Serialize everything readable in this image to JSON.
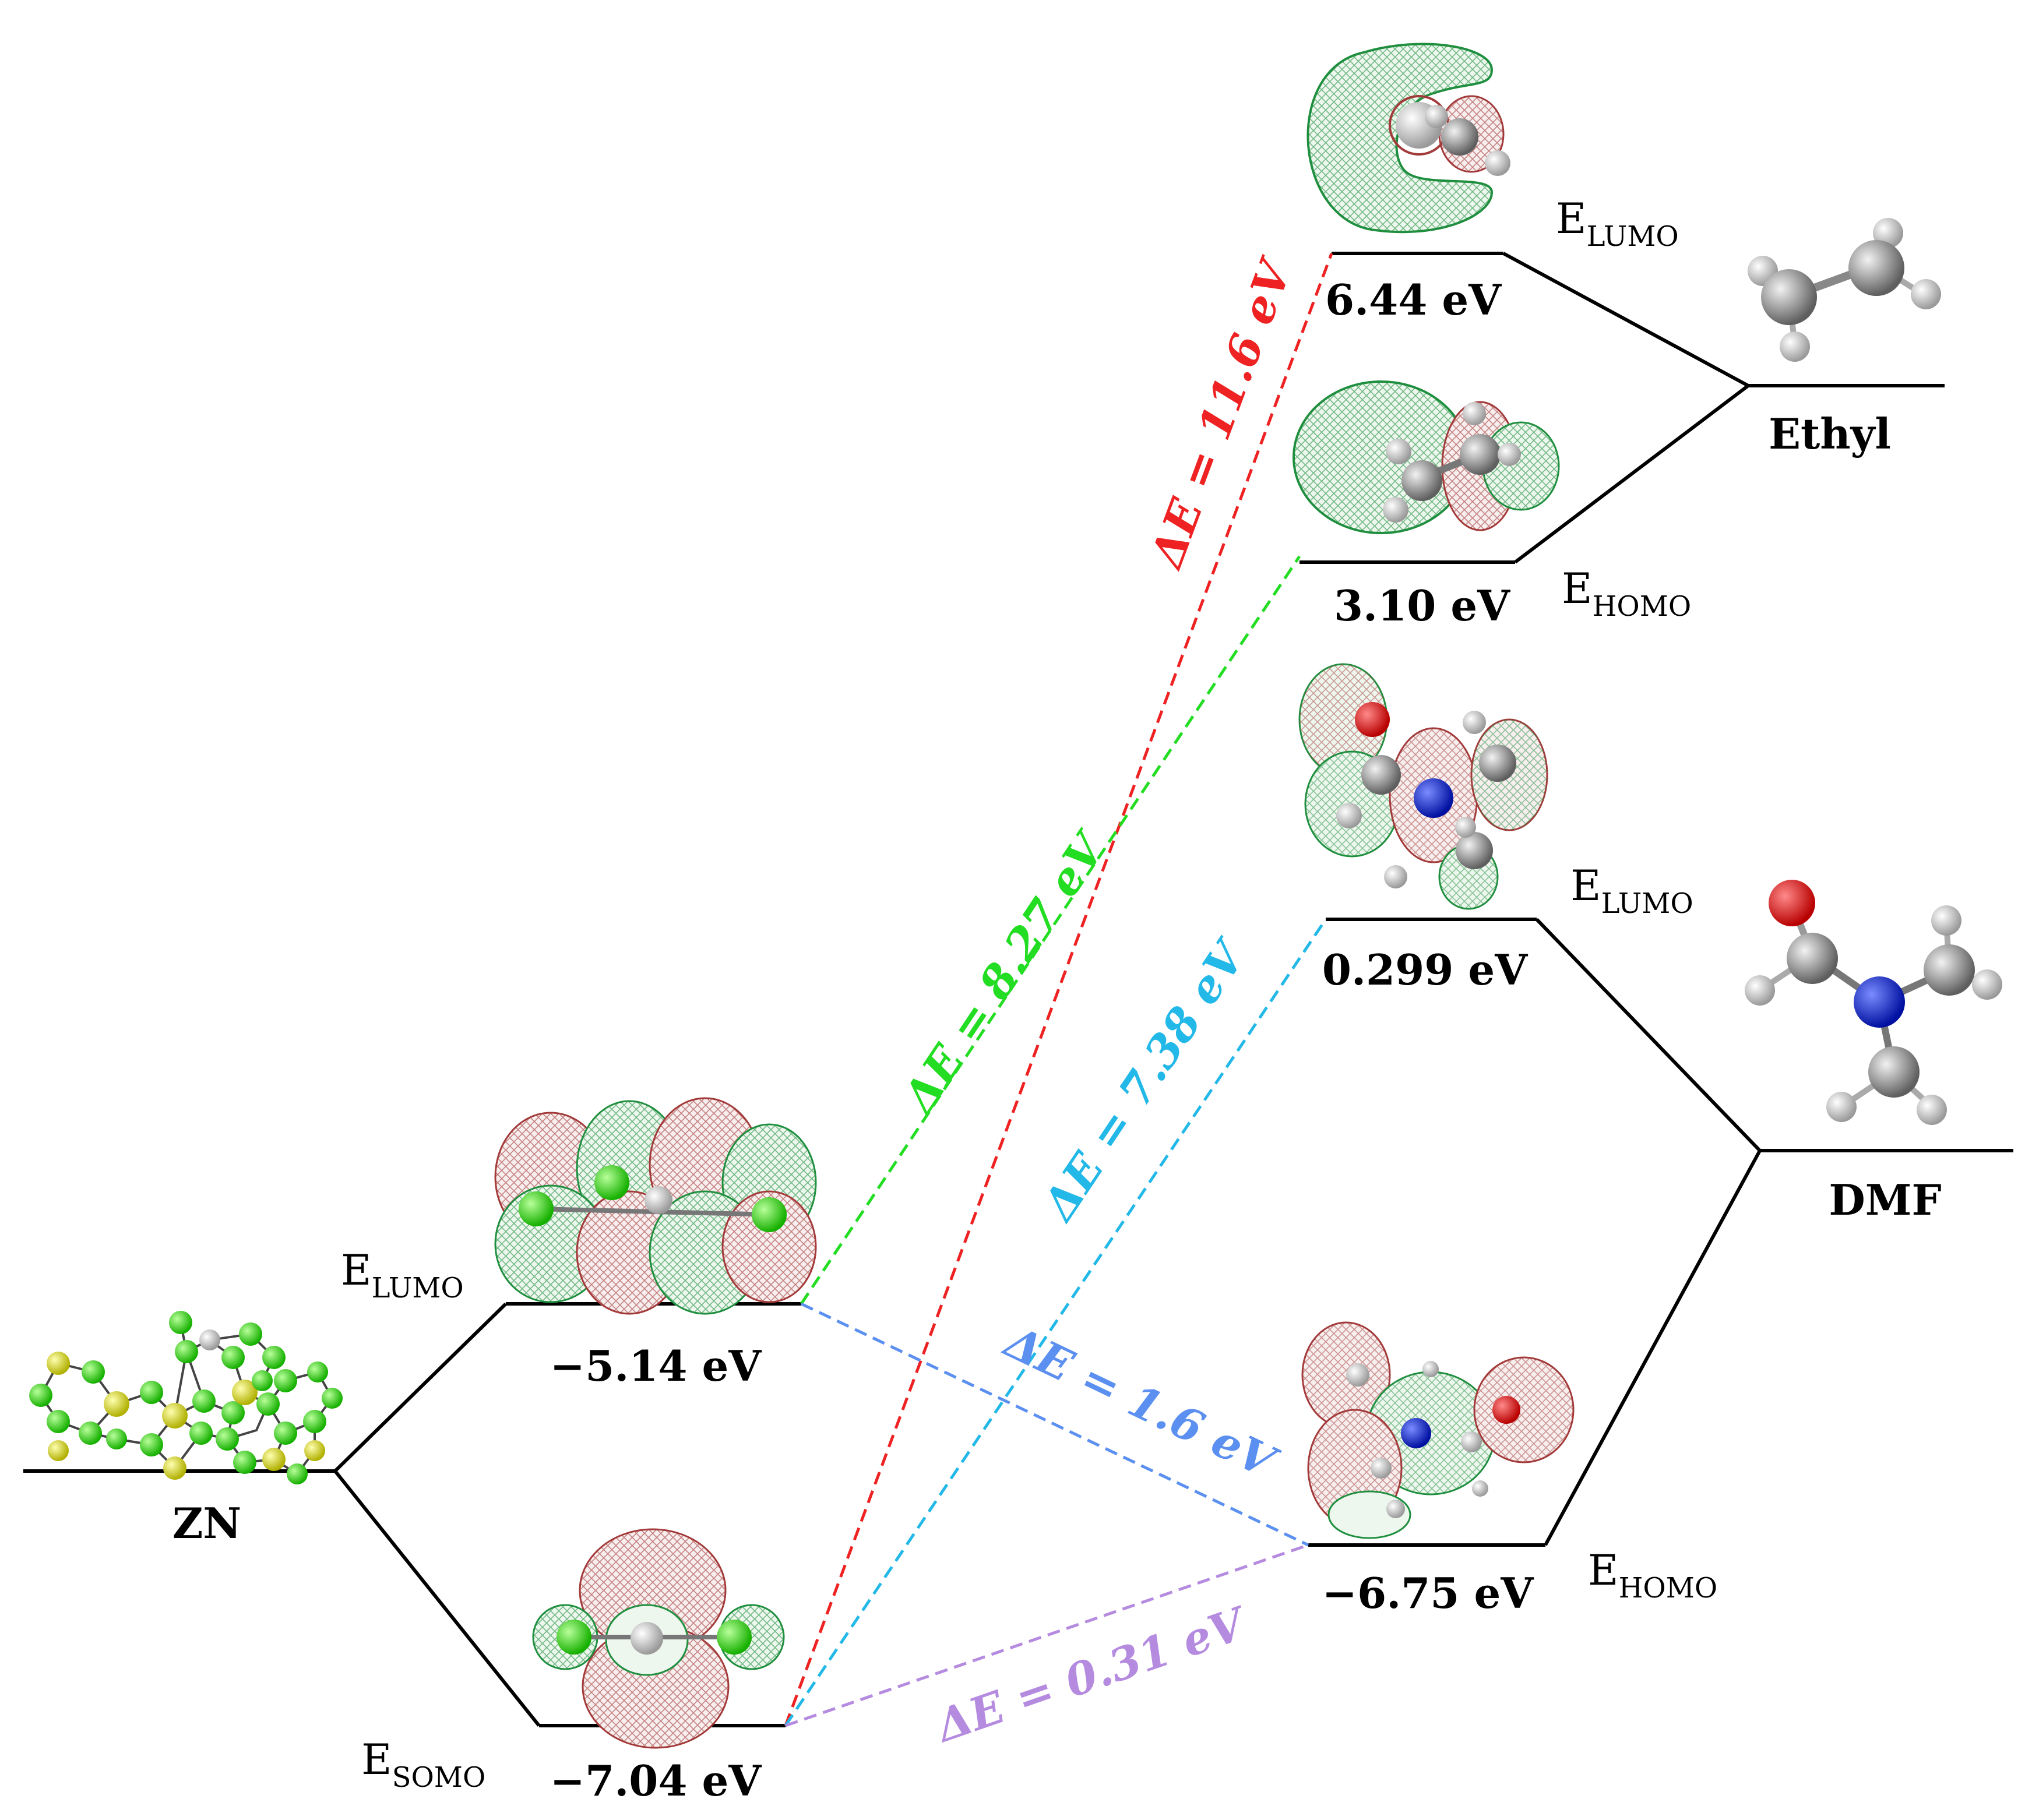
{
  "colors": {
    "red": "#ee2222",
    "green": "#22dd22",
    "cyan": "#22b8e8",
    "blue": "#5b8ff0",
    "violet": "#b58be0",
    "orbital_green": "#1f8f3f",
    "orbital_red": "#a33a3a"
  },
  "systems": {
    "zn": {
      "name": "ZN"
    },
    "ethyl": {
      "name": "Ethyl"
    },
    "dmf": {
      "name": "DMF"
    }
  },
  "levels": {
    "zn_lumo": {
      "prefix": "E",
      "sub": "LUMO",
      "value": "−5.14 eV",
      "energy_ev": -5.14
    },
    "zn_somo": {
      "prefix": "E",
      "sub": "SOMO",
      "value": "−7.04 eV",
      "energy_ev": -7.04
    },
    "ethyl_lumo": {
      "prefix": "E",
      "sub": "LUMO",
      "value": "6.44 eV",
      "energy_ev": 6.44
    },
    "ethyl_homo": {
      "prefix": "E",
      "sub": "HOMO",
      "value": "3.10 eV",
      "energy_ev": 3.1
    },
    "dmf_lumo": {
      "prefix": "E",
      "sub": "LUMO",
      "value": "0.299 eV",
      "energy_ev": 0.299
    },
    "dmf_homo": {
      "prefix": "E",
      "sub": "HOMO",
      "value": "−6.75 eV",
      "energy_ev": -6.75
    }
  },
  "gaps": {
    "somo_ethyl_lumo": {
      "label": "ΔE = 11.6 eV",
      "color": "red"
    },
    "lumo_ethyl_homo": {
      "label": "ΔE = 8.27 eV",
      "color": "green"
    },
    "somo_dmf_lumo": {
      "label": "ΔE = 7.38 eV",
      "color": "cyan"
    },
    "lumo_dmf_homo": {
      "label": "ΔE = 1.6 eV",
      "color": "blue"
    },
    "somo_dmf_homo": {
      "label": "ΔE = 0.31 eV",
      "color": "violet"
    }
  }
}
